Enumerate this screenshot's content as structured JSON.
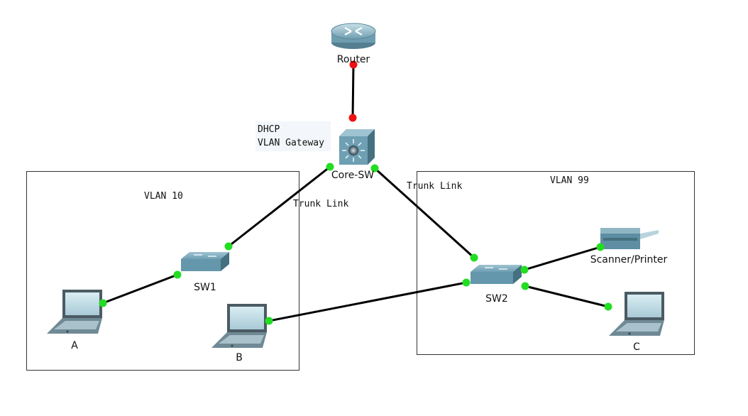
{
  "vlan_areas": {
    "left_label": "VLAN 10",
    "right_label": "VLAN 99"
  },
  "devices": {
    "router": "Router",
    "core_switch": "Core-SW",
    "sw1": "SW1",
    "sw2": "SW2",
    "scanner": "Scanner/Printer",
    "host_a": "A",
    "host_b": "B",
    "host_c": "C"
  },
  "annotations": {
    "note_line1": "DHCP",
    "note_line2": "VLAN Gateway",
    "trunk_left": "Trunk Link",
    "trunk_right": "Trunk Link"
  },
  "colors": {
    "link_up": "#22dd22",
    "link_down": "#ee1111",
    "cable": "#000000",
    "device_blue": "#5a9bb0"
  }
}
